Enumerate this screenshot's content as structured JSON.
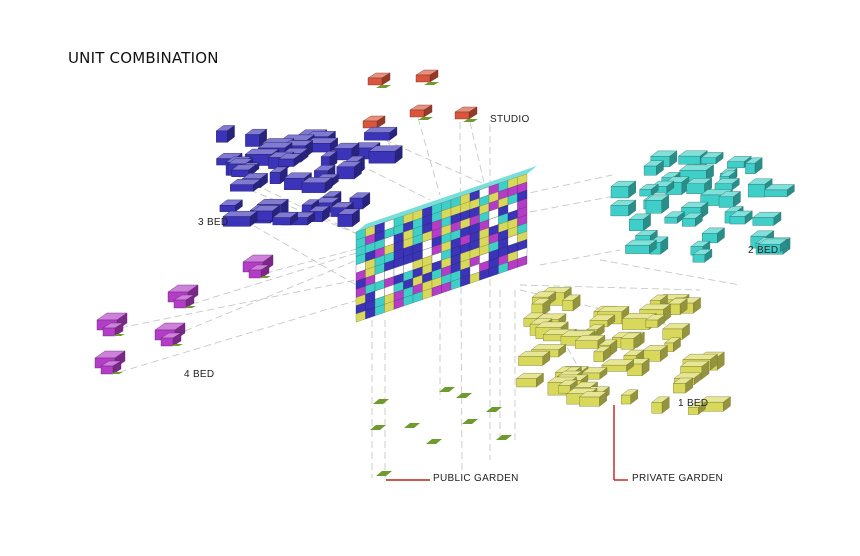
{
  "title": "UNIT COMBINATION",
  "labels": {
    "studio": "STUDIO",
    "three_bed": "3 BED",
    "two_bed": "2 BED",
    "four_bed": "4 BED",
    "one_bed": "1 BED",
    "public_garden": "PUBLIC GARDEN",
    "private_garden": "PRIVATE GARDEN"
  },
  "colors": {
    "studio": "#d9553b",
    "three_bed": "#3b33b8",
    "two_bed": "#3fcfc8",
    "four_bed": "#b33dc7",
    "one_bed": "#d8d95a",
    "garden": "#6f9a2e",
    "callout": "#c0201a",
    "guide": "#c8c8c8"
  }
}
